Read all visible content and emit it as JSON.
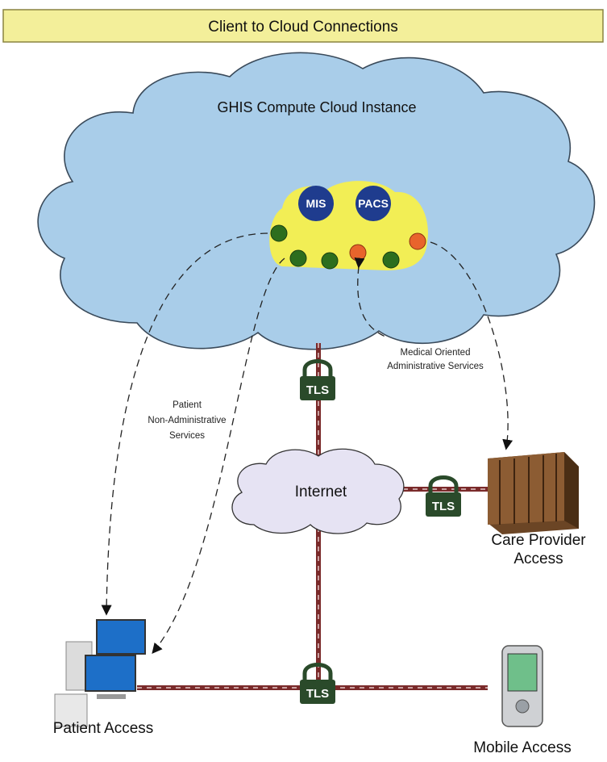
{
  "title": "Client to Cloud Connections",
  "cloud": {
    "label": "GHIS Compute Cloud Instance",
    "services": [
      "MIS",
      "PACS"
    ]
  },
  "internet_label": "Internet",
  "tls_label": "TLS",
  "annotations": {
    "patient_services": [
      "Patient",
      "Non-Administrative",
      "Services"
    ],
    "medical_services": [
      "Medical Oriented",
      "Administrative Services"
    ]
  },
  "endpoints": {
    "care_provider": [
      "Care Provider",
      "Access"
    ],
    "patient": "Patient Access",
    "mobile": "Mobile Access"
  },
  "colors": {
    "title_bg": "#f3ef9a",
    "cloud_fill": "#a9cde9",
    "service_area": "#f2ee55",
    "service_node": "#1f3c8e",
    "green_port": "#2d6e1e",
    "orange_port": "#e8642c",
    "link": "#7a2a2a",
    "tls_lock": "#2a4a2a"
  }
}
